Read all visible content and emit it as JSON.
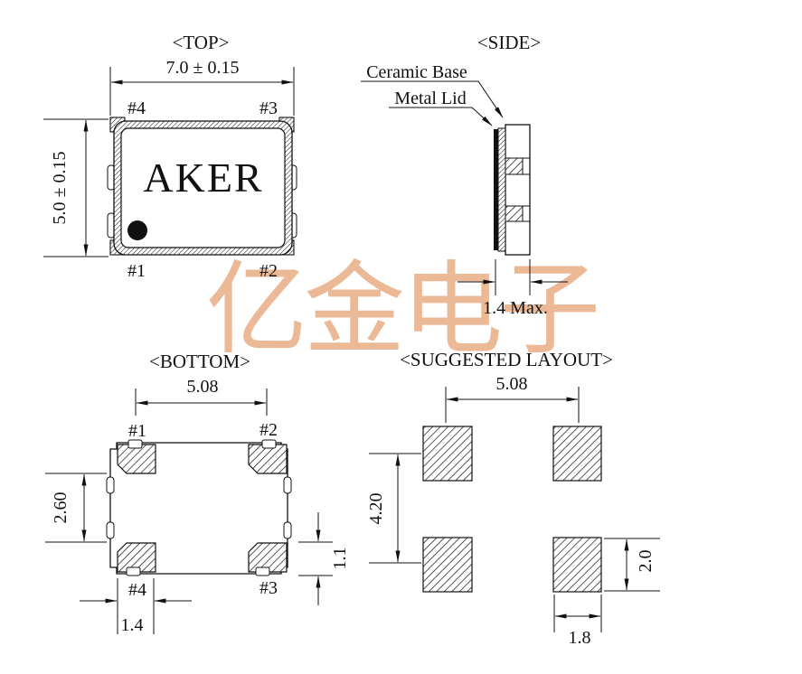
{
  "page": {
    "background": "#ffffff",
    "line_color": "#1a1a1a"
  },
  "watermark": {
    "text": "亿金电子",
    "color": "#ebb996"
  },
  "top_view": {
    "title": "<TOP>",
    "dim_width": "7.0 ± 0.15",
    "dim_height": "5.0 ± 0.15",
    "brand": "AKER",
    "pin_top_left": "#4",
    "pin_top_right": "#3",
    "pin_bottom_left": "#1",
    "pin_bottom_right": "#2"
  },
  "side_view": {
    "title": "<SIDE>",
    "callout_ceramic_base": "Ceramic Base",
    "callout_metal_lid": "Metal Lid",
    "dim_thickness": "1.4 Max."
  },
  "bottom_view": {
    "title": "<BOTTOM>",
    "dim_pad_pitch": "5.08",
    "dim_pad_gap_vertical": "2.60",
    "dim_pad_width": "1.4",
    "dim_pad_height": "1.1",
    "pin_top_left": "#1",
    "pin_top_right": "#2",
    "pin_bottom_left": "#4",
    "pin_bottom_right": "#3"
  },
  "layout_view": {
    "title": "<SUGGESTED LAYOUT>",
    "dim_pad_pitch_x": "5.08",
    "dim_pad_pitch_y": "4.20",
    "dim_pad_width": "1.8",
    "dim_pad_height": "2.0"
  }
}
